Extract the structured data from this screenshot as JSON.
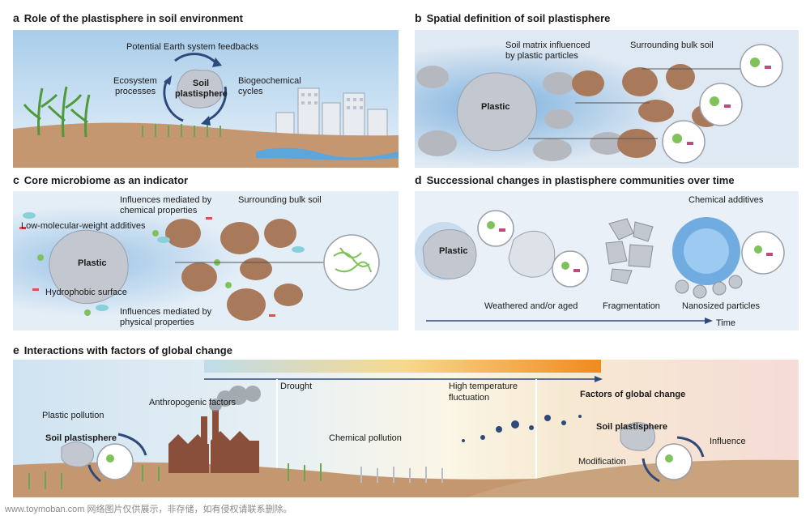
{
  "panel_a": {
    "letter": "a",
    "title": "Role of the plastisphere in soil environment",
    "feedbacks": "Potential Earth system feedbacks",
    "ecosystem_1": "Ecosystem",
    "ecosystem_2": "processes",
    "biogeo_1": "Biogeochemical",
    "biogeo_2": "cycles",
    "center_1": "Soil",
    "center_2": "plastisphere"
  },
  "panel_b": {
    "letter": "b",
    "title": "Spatial definition of soil plastisphere",
    "matrix_1": "Soil matrix influenced",
    "matrix_2": "by plastic particles",
    "bulk": "Surrounding bulk soil",
    "plastic": "Plastic"
  },
  "panel_c": {
    "letter": "c",
    "title": "Core microbiome as an indicator",
    "chem_1": "Influences mediated by",
    "chem_2": "chemical properties",
    "bulk": "Surrounding bulk soil",
    "lmw": "Low-molecular-weight additives",
    "plastic": "Plastic",
    "hydrophobic": "Hydrophobic surface",
    "phys_1": "Influences mediated by",
    "phys_2": "physical properties"
  },
  "panel_d": {
    "letter": "d",
    "title": "Successional changes in plastisphere communities over time",
    "chemical_additives": "Chemical additives",
    "plastic": "Plastic",
    "weathered": "Weathered and/or aged",
    "fragmentation": "Fragmentation",
    "nanosized": "Nanosized particles",
    "time": "Time"
  },
  "panel_e": {
    "letter": "e",
    "title": "Interactions with factors of global change",
    "drought": "Drought",
    "hightemp_1": "High temperature",
    "hightemp_2": "fluctuation",
    "factors": "Factors of global change",
    "plastic_pollution": "Plastic pollution",
    "anthropogenic": "Anthropogenic factors",
    "soil_plastisphere_left": "Soil plastisphere",
    "chemical_pollution": "Chemical pollution",
    "soil_plastisphere_right": "Soil plastisphere",
    "influence": "Influence",
    "modification": "Modification"
  },
  "watermark": "www.toymoban.com 网络图片仅供展示，非存储，如有侵权请联系删除。",
  "colors": {
    "sky_blue": "#b9d8ef",
    "soil_brown": "#c49770",
    "plastic_grey": "#c3c7cf",
    "microbe_green": "#7fc25a",
    "gradient_orange": "#f08a1e",
    "arrow_navy": "#2e4a7a"
  }
}
